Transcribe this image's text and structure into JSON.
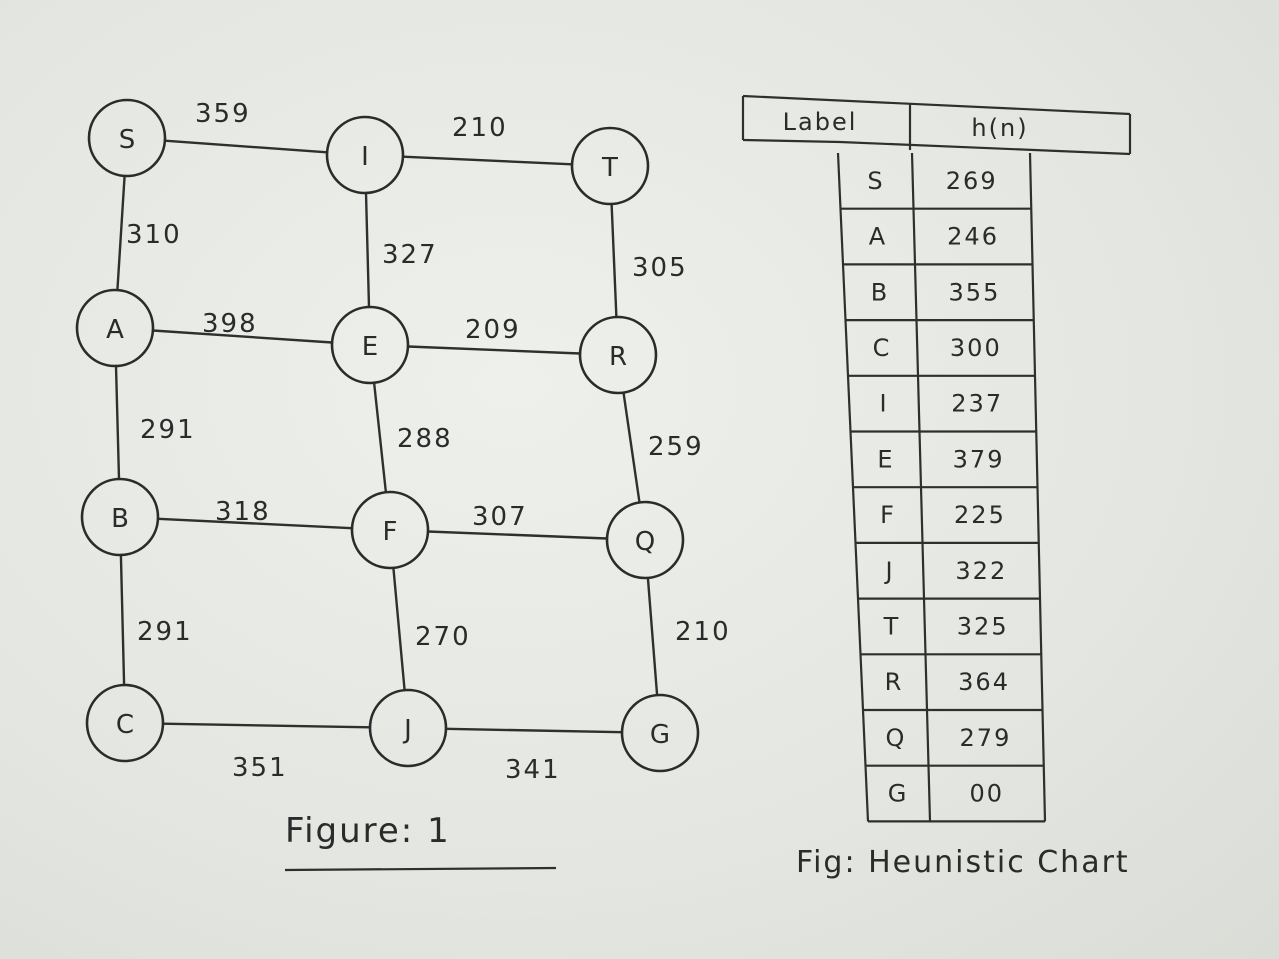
{
  "figure": {
    "caption": "Figure: 1",
    "nodes": [
      {
        "id": "S",
        "label": "S"
      },
      {
        "id": "I",
        "label": "I"
      },
      {
        "id": "T",
        "label": "T"
      },
      {
        "id": "A",
        "label": "A"
      },
      {
        "id": "E",
        "label": "E"
      },
      {
        "id": "R",
        "label": "R"
      },
      {
        "id": "B",
        "label": "B"
      },
      {
        "id": "F",
        "label": "F"
      },
      {
        "id": "Q",
        "label": "Q"
      },
      {
        "id": "C",
        "label": "C"
      },
      {
        "id": "J",
        "label": "J"
      },
      {
        "id": "G",
        "label": "G"
      }
    ],
    "edges": [
      {
        "from": "S",
        "to": "I",
        "weight": "359"
      },
      {
        "from": "I",
        "to": "T",
        "weight": "210"
      },
      {
        "from": "S",
        "to": "A",
        "weight": "310"
      },
      {
        "from": "I",
        "to": "E",
        "weight": "327"
      },
      {
        "from": "T",
        "to": "R",
        "weight": "305"
      },
      {
        "from": "A",
        "to": "E",
        "weight": "398"
      },
      {
        "from": "E",
        "to": "R",
        "weight": "209"
      },
      {
        "from": "A",
        "to": "B",
        "weight": "291"
      },
      {
        "from": "E",
        "to": "F",
        "weight": "288"
      },
      {
        "from": "R",
        "to": "Q",
        "weight": "259"
      },
      {
        "from": "B",
        "to": "F",
        "weight": "318"
      },
      {
        "from": "F",
        "to": "Q",
        "weight": "307"
      },
      {
        "from": "B",
        "to": "C",
        "weight": "291"
      },
      {
        "from": "F",
        "to": "J",
        "weight": "270"
      },
      {
        "from": "Q",
        "to": "G",
        "weight": "210"
      },
      {
        "from": "C",
        "to": "J",
        "weight": "351"
      },
      {
        "from": "J",
        "to": "G",
        "weight": "341"
      }
    ]
  },
  "heuristic_chart": {
    "caption": "Fig: Heunistic Chart",
    "headers": [
      "Label",
      "h(n)"
    ],
    "rows": [
      [
        "S",
        "269"
      ],
      [
        "A",
        "246"
      ],
      [
        "B",
        "355"
      ],
      [
        "C",
        "300"
      ],
      [
        "I",
        "237"
      ],
      [
        "E",
        "379"
      ],
      [
        "F",
        "225"
      ],
      [
        "J",
        "322"
      ],
      [
        "T",
        "325"
      ],
      [
        "R",
        "364"
      ],
      [
        "Q",
        "279"
      ],
      [
        "G",
        "00"
      ]
    ]
  }
}
